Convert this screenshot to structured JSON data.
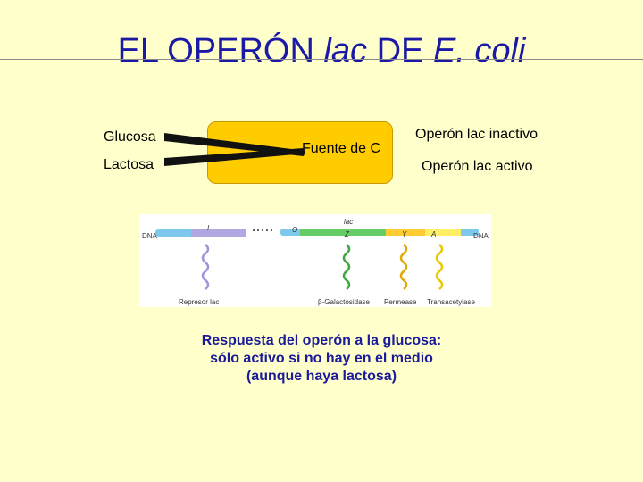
{
  "title": {
    "part1": "EL OPERÓN ",
    "part2": "lac",
    "part3": " DE ",
    "part4": "E. coli"
  },
  "inputs": {
    "glucose": "Glucosa",
    "lactose": "Lactosa"
  },
  "box": {
    "label": "Fuente de C"
  },
  "outputs": {
    "inactive": "Operón lac inactivo",
    "active": "Operón lac activo"
  },
  "operon_diagram": {
    "dna_left": "DNA",
    "dna_right": "DNA",
    "gene_i": "I",
    "operator": "O",
    "lac": "lac",
    "gene_z": "Z",
    "gene_y": "Y",
    "gene_a": "A",
    "repressor": "Represor lac",
    "galactosidase": "β-Galactosidase",
    "permease": "Permease",
    "transacetylase": "Transacetylase"
  },
  "answer": {
    "line1": "Respuesta del operón a la glucosa:",
    "line2": "sólo activo si no hay en el medio",
    "line3": "(aunque haya lactosa)"
  },
  "colors": {
    "title": "#1a1aa6",
    "box": "#ffcc00",
    "background": "#ffffcc",
    "answer": "#1a1a9a",
    "dna_blue": "#7ec8ee",
    "gene_i": "#b0a8e0",
    "gene_z": "#66cc66",
    "gene_y": "#ffcc33",
    "gene_a": "#ffee66"
  }
}
